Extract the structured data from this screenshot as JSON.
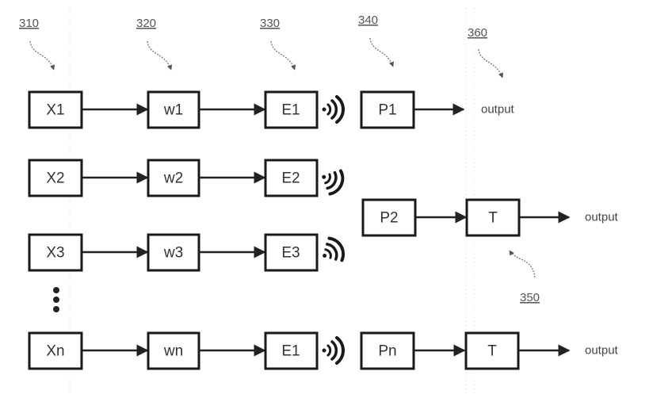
{
  "diagram": {
    "reference_numerals": {
      "inputs": "310",
      "weights": "320",
      "emitters": "330",
      "receivers": "340",
      "threshold": "350",
      "outputs": "360"
    },
    "rows": [
      {
        "input": "X1",
        "weight": "w1",
        "emitter": "E1",
        "receiver": "P1",
        "threshold": null,
        "output": "output"
      },
      {
        "input": "X2",
        "weight": "w2",
        "emitter": "E2"
      },
      {
        "input": "X3",
        "weight": "w3",
        "emitter": "E3"
      },
      {
        "input": "Xn",
        "weight": "wn",
        "emitter": "E1",
        "receiver": "Pn",
        "threshold": "T",
        "output": "output"
      }
    ],
    "middle_chain": {
      "receiver": "P2",
      "threshold": "T",
      "output": "output"
    },
    "ellipsis": "⋮",
    "signal_icon": "wireless-signal-icon"
  }
}
